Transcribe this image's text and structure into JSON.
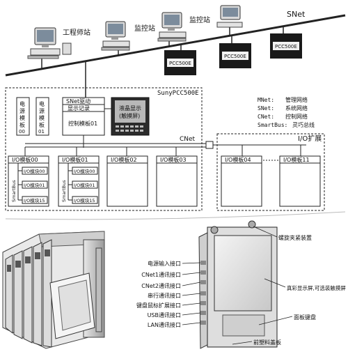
{
  "network": {
    "snet": "SNet",
    "stations": [
      "工程师站",
      "监控站",
      "监控站"
    ],
    "pcc": [
      "PCC500E",
      "PCC500E",
      "PCC500E"
    ]
  },
  "system": {
    "title": "SunyPCC500E",
    "power_a": [
      "电",
      "源",
      "模",
      "板",
      "00"
    ],
    "power_b": [
      "电",
      "源",
      "模",
      "板",
      "01"
    ],
    "snet_drive": "SNet驱动",
    "display_record": "显示记录",
    "control": "控制模板01",
    "lcd_line1": "液晶显示",
    "lcd_line2": "(触摸屏)",
    "cnet": "CNet",
    "smartbus": "SmartBus",
    "io_boards": [
      "I/O模板00",
      "I/O模板01",
      "I/O模板02",
      "I/O模板03"
    ],
    "io_modules_00": [
      "I/O模块00",
      "I/O模块01",
      "I/O模块15"
    ],
    "io_modules_01": [
      "I/O模块00",
      "I/O模块01",
      "I/O模块15"
    ]
  },
  "expansion": {
    "title": "I/O扩展",
    "io_boards": [
      "I/O模板04",
      "I/O模板11"
    ]
  },
  "legend": [
    {
      "key": "MNet:",
      "value": "管理网络"
    },
    {
      "key": "SNet:",
      "value": "系统网络"
    },
    {
      "key": "CNet:",
      "value": "控制网络"
    },
    {
      "key": "SmartBus:",
      "value": "灵巧总线"
    }
  ],
  "callouts_left": [
    "电源输入接口",
    "CNet1通讯接口",
    "CNet2通讯接口",
    "串行通讯接口",
    "键盘鼠标扩展接口",
    "USB通讯接口",
    "LAN通讯接口"
  ],
  "callouts_right": [
    "螺旋夹紧装置",
    "真彩显示屏,可选装触摸屏",
    "面板键盘",
    "前塑料盖板"
  ]
}
